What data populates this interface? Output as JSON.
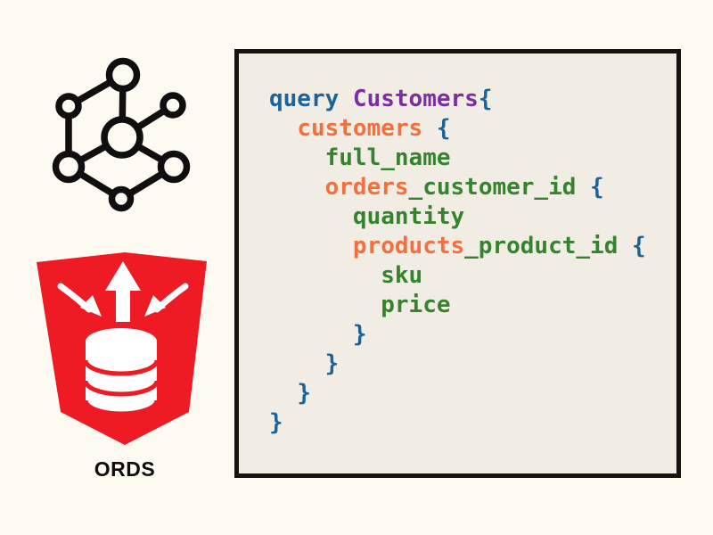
{
  "page": {
    "background": "#FCFAF1"
  },
  "graph_logo": {
    "icon": "graphql-network-icon",
    "color": "#0F0F0F"
  },
  "ords_logo": {
    "label": "ORDS",
    "shield_color": "#EE1B24",
    "glyph_color": "#FFFFFF",
    "icons": [
      "shield-icon",
      "up-arrow-icon",
      "curved-arrow-left-icon",
      "curved-arrow-right-icon",
      "database-icon"
    ]
  },
  "code_panel": {
    "background": "#F1EDE5",
    "border_color": "#141414",
    "token_colors": {
      "keyword": "#1D6399",
      "opname": "#7C2D9F",
      "field": "#F3703E",
      "leaf": "#35832D",
      "brace": "#1D6399",
      "plain": "#333333"
    },
    "lines": [
      {
        "segments": [
          {
            "t": "query ",
            "c": "keyword"
          },
          {
            "t": "Customers",
            "c": "opname"
          },
          {
            "t": "{",
            "c": "brace"
          }
        ]
      },
      {
        "segments": [
          {
            "t": "  ",
            "c": "plain"
          },
          {
            "t": "customers ",
            "c": "field"
          },
          {
            "t": "{",
            "c": "brace"
          }
        ]
      },
      {
        "segments": [
          {
            "t": "    ",
            "c": "plain"
          },
          {
            "t": "full_name",
            "c": "leaf"
          }
        ]
      },
      {
        "segments": [
          {
            "t": "    ",
            "c": "plain"
          },
          {
            "t": "orders",
            "c": "field"
          },
          {
            "t": "_customer_id ",
            "c": "leaf"
          },
          {
            "t": "{",
            "c": "brace"
          }
        ]
      },
      {
        "segments": [
          {
            "t": "      ",
            "c": "plain"
          },
          {
            "t": "quantity",
            "c": "leaf"
          }
        ]
      },
      {
        "segments": [
          {
            "t": "      ",
            "c": "plain"
          },
          {
            "t": "products",
            "c": "field"
          },
          {
            "t": "_product_id ",
            "c": "leaf"
          },
          {
            "t": "{",
            "c": "brace"
          }
        ]
      },
      {
        "segments": [
          {
            "t": "        ",
            "c": "plain"
          },
          {
            "t": "sku",
            "c": "leaf"
          }
        ]
      },
      {
        "segments": [
          {
            "t": "        ",
            "c": "plain"
          },
          {
            "t": "price",
            "c": "leaf"
          }
        ]
      },
      {
        "segments": [
          {
            "t": "      ",
            "c": "plain"
          },
          {
            "t": "}",
            "c": "brace"
          }
        ]
      },
      {
        "segments": [
          {
            "t": "    ",
            "c": "plain"
          },
          {
            "t": "}",
            "c": "brace"
          }
        ]
      },
      {
        "segments": [
          {
            "t": "  ",
            "c": "plain"
          },
          {
            "t": "}",
            "c": "brace"
          }
        ]
      },
      {
        "segments": [
          {
            "t": "}",
            "c": "brace"
          }
        ]
      }
    ]
  }
}
